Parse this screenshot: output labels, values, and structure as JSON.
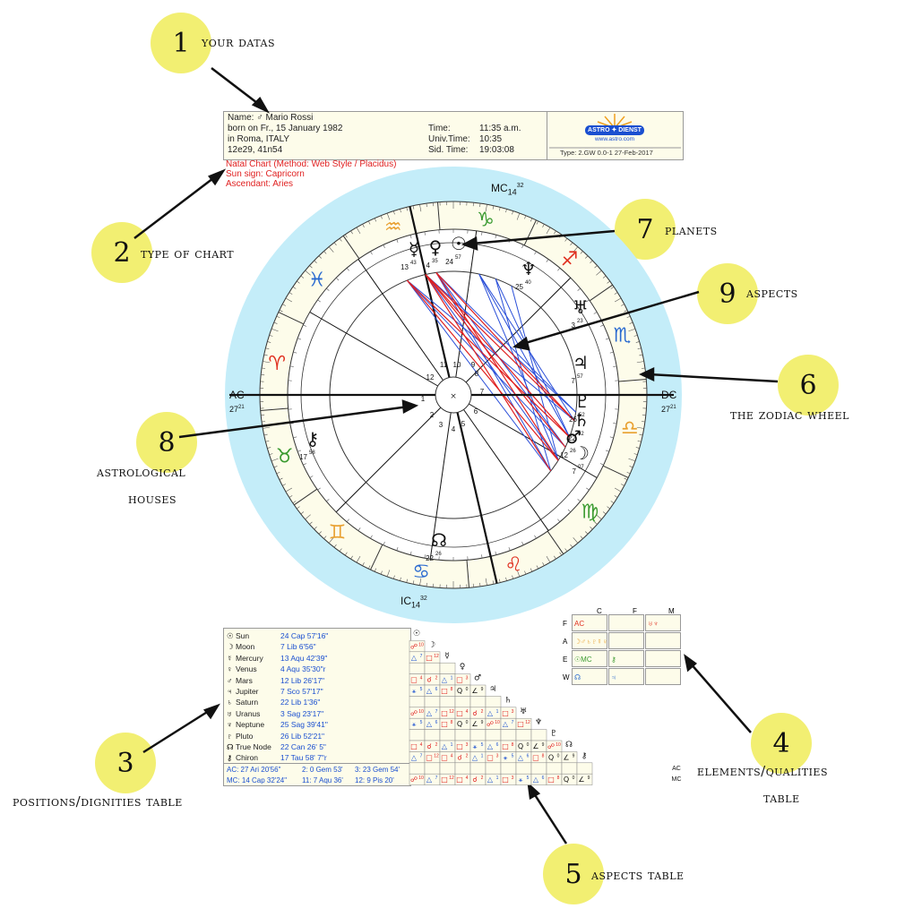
{
  "callouts": [
    {
      "num": "1",
      "label": "your datas"
    },
    {
      "num": "2",
      "label": "type of chart"
    },
    {
      "num": "3",
      "label": "positions/dignities table"
    },
    {
      "num": "4",
      "label": "elements/qualities",
      "label2": "table"
    },
    {
      "num": "5",
      "label": "aspects table"
    },
    {
      "num": "6",
      "label": "the zodiac wheel"
    },
    {
      "num": "7",
      "label": "planets"
    },
    {
      "num": "8",
      "label": "astrological",
      "label2": "houses"
    },
    {
      "num": "9",
      "label": "aspects"
    }
  ],
  "header": {
    "name": "Name: ♂ Mario Rossi",
    "born": "born on Fr., 15 January 1982",
    "place": "in Roma, ITALY",
    "coords": "12e29, 41n54",
    "time_label": "Time:",
    "time_value": "11:35 a.m.",
    "univ_label": "Univ.Time:",
    "univ_value": "10:35",
    "sid_label": "Sid. Time:",
    "sid_value": "19:03:08",
    "logo_text": "ASTRO ✦ DIENST",
    "logo_url": "www.astro.com",
    "type_info": "Type: 2.GW  0.0-1  27-Feb-2017"
  },
  "chart_type": {
    "line1": "Natal Chart  (Method: Web Style / Placidus)",
    "line2": "Sun sign: Capricorn",
    "line3": "Ascendant: Aries"
  },
  "wheel": {
    "mc": "MC",
    "mc_deg": "14",
    "mc_min": "32",
    "ic": "IC",
    "ic_deg": "14",
    "ic_min": "32",
    "ac": "AC",
    "ac_deg": "27",
    "ac_min": "21",
    "dc": "DC",
    "dc_deg": "27",
    "dc_min": "21",
    "houses": [
      "1",
      "2",
      "3",
      "4",
      "5",
      "6",
      "7",
      "8",
      "9",
      "10",
      "11",
      "12"
    ],
    "signs": [
      "♈",
      "♉",
      "♊",
      "♋",
      "♌",
      "♍",
      "♎",
      "♏",
      "♐",
      "♑",
      "♒",
      "♓"
    ],
    "planets": [
      {
        "glyph": "☉",
        "deg": "24",
        "min": "57"
      },
      {
        "glyph": "♀",
        "deg": "4",
        "min": "35"
      },
      {
        "glyph": "☿",
        "deg": "13",
        "min": "43"
      },
      {
        "glyph": "♆",
        "deg": "25",
        "min": "40"
      },
      {
        "glyph": "♅",
        "deg": "3",
        "min": "23"
      },
      {
        "glyph": "♃",
        "deg": "7",
        "min": "57"
      },
      {
        "glyph": "♇",
        "deg": "26",
        "min": "52"
      },
      {
        "glyph": "♄",
        "deg": "22",
        "min": "02"
      },
      {
        "glyph": "♂",
        "deg": "12",
        "min": "26"
      },
      {
        "glyph": "☽",
        "deg": "7",
        "min": "07"
      },
      {
        "glyph": "⚷",
        "deg": "17",
        "min": "58"
      },
      {
        "glyph": "☊",
        "deg": "22",
        "min": "26"
      }
    ]
  },
  "positions": [
    {
      "glyph": "☉",
      "name": "Sun",
      "value": "24 Cap 57'16\""
    },
    {
      "glyph": "☽",
      "name": "Moon",
      "value": "7  Lib   6'56\""
    },
    {
      "glyph": "☿",
      "name": "Mercury",
      "value": "13 Aqu 42'39\""
    },
    {
      "glyph": "♀",
      "name": "Venus",
      "value": "4 Aqu 35'30\"r"
    },
    {
      "glyph": "♂",
      "name": "Mars",
      "value": "12  Lib  26'17\""
    },
    {
      "glyph": "♃",
      "name": "Jupiter",
      "value": "7 Sco 57'17\""
    },
    {
      "glyph": "♄",
      "name": "Saturn",
      "value": "22  Lib   1'36\""
    },
    {
      "glyph": "♅",
      "name": "Uranus",
      "value": "3 Sag 23'17\""
    },
    {
      "glyph": "♆",
      "name": "Neptune",
      "value": "25 Sag 39'41\""
    },
    {
      "glyph": "♇",
      "name": "Pluto",
      "value": "26  Lib  52'21\""
    },
    {
      "glyph": "☊",
      "name": "True Node",
      "value": "22 Can 26'  5\""
    },
    {
      "glyph": "⚷",
      "name": "Chiron",
      "value": "17  Tau 58'  7\"r"
    }
  ],
  "cusps": [
    "AC: 27  Ari  20'56\"",
    "2:   0 Gem 53'",
    "3: 23 Gem 54'",
    "MC: 14 Cap 32'24\"",
    "11:   7  Aqu 36'",
    "12:   9  Pis  20'"
  ],
  "elements": {
    "cols": [
      "C",
      "F",
      "M"
    ],
    "rows": [
      "F",
      "A",
      "E",
      "W"
    ],
    "cells": [
      [
        "AC",
        "",
        "♅♆"
      ],
      [
        "☽♂♄♇☿♀",
        "",
        ""
      ],
      [
        "☉MC",
        "⚷",
        ""
      ],
      [
        "☊",
        "♃",
        ""
      ]
    ]
  },
  "aspect_headers": [
    "☉",
    "☽",
    "☿",
    "♀",
    "♂",
    "♃",
    "♄",
    "♅",
    "♆",
    "♇",
    "☊",
    "⚷",
    "AC",
    "MC"
  ],
  "aspect_cells": [
    [
      "☍",
      "10"
    ],
    [
      "△",
      "7"
    ],
    [
      "□",
      "12"
    ],
    [
      "□",
      "4"
    ],
    [
      "☌",
      "2"
    ],
    [
      "△",
      "1"
    ],
    [
      "□",
      "3"
    ],
    [
      "⚹",
      "5"
    ],
    [
      "△",
      "6"
    ],
    [
      "□",
      "8"
    ],
    [
      "Q",
      "0"
    ],
    [
      "∠",
      "9"
    ]
  ]
}
